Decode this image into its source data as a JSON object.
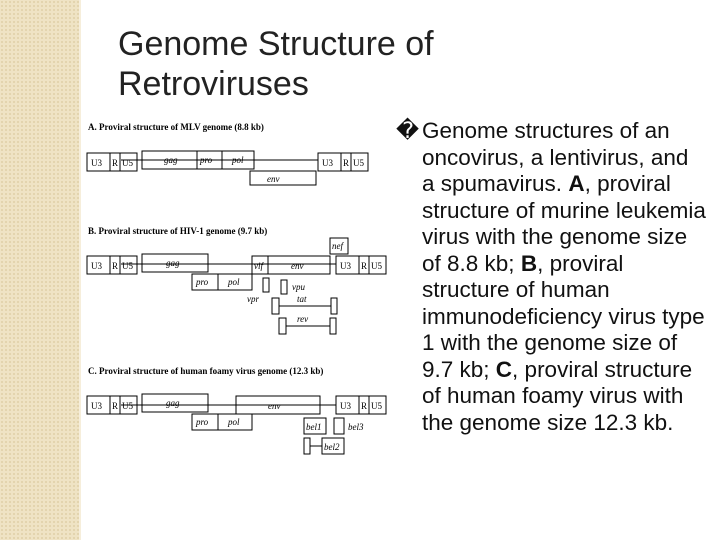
{
  "slide": {
    "title_line1": "Genome Structure of",
    "title_line2": "Retroviruses",
    "bullet_glyph": "�",
    "body": {
      "part1": "Genome structures of an oncovirus, a lentivirus, and a spumavirus. ",
      "label_a": "A",
      "part2": ", proviral structure of murine leukemia virus with the genome size of 8.8 kb; ",
      "label_b": "B",
      "part3": ", proviral structure of human immunodeficiency virus type 1 with the genome size of 9.7 kb; ",
      "label_c": "C",
      "part4": ", proviral structure of human foamy virus with the genome size 12.3 kb."
    }
  },
  "figure": {
    "panel_a": {
      "caption": "A. Proviral structure of MLV genome (8.8 kb)",
      "ltr_u3": "U3",
      "ltr_r": "R",
      "ltr_u5": "U5",
      "gag": "gag",
      "pro": "pro",
      "pol": "pol",
      "env": "env"
    },
    "panel_b": {
      "caption": "B. Proviral structure of HIV-1 genome (9.7 kb)",
      "ltr_u3": "U3",
      "ltr_r": "R",
      "ltr_u5": "U5",
      "gag": "gag",
      "pro": "pro",
      "pol": "pol",
      "vif": "vif",
      "env": "env",
      "nef": "nef",
      "vpr": "vpr",
      "vpu": "vpu",
      "tat": "tat",
      "rev": "rev"
    },
    "panel_c": {
      "caption": "C. Proviral structure of human foamy virus genome (12.3 kb)",
      "ltr_u3": "U3",
      "ltr_r": "R",
      "ltr_u5": "U5",
      "gag": "gag",
      "pro": "pro",
      "pol": "pol",
      "env": "env",
      "bel1": "bel1",
      "bel2": "bel2",
      "bel3": "bel3"
    }
  }
}
